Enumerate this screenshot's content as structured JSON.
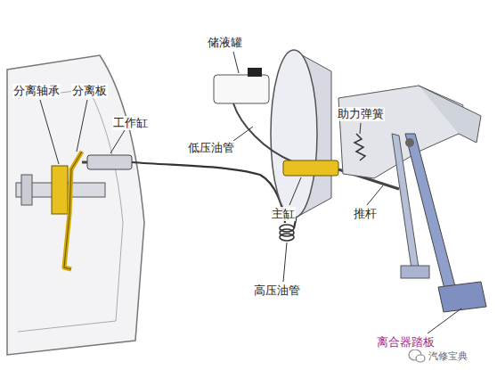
{
  "diagram": {
    "labels": [
      "分离轴承",
      "分离板",
      "工作缸",
      "储液罐",
      "低压油管",
      "助力弹簧",
      "主缸",
      "推杆",
      "高压油管",
      "离合器踏板",
      "汽修宝典"
    ]
  }
}
